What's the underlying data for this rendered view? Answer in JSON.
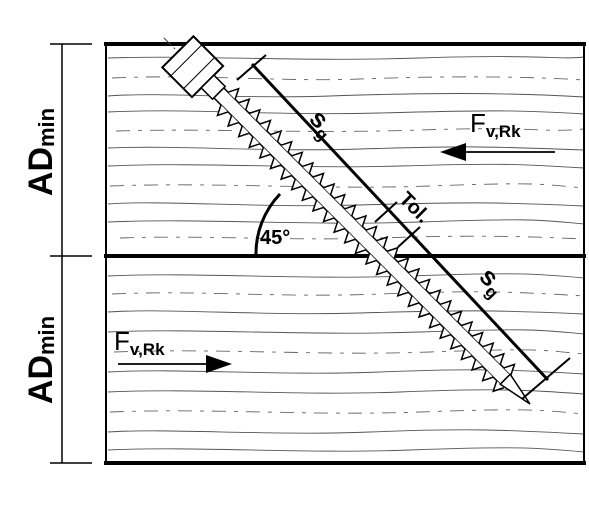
{
  "dimensions": {
    "upper_member": {
      "symbol": "AD",
      "subscript": "min"
    },
    "lower_member": {
      "symbol": "AD",
      "subscript": "min"
    }
  },
  "forces": {
    "upper": {
      "symbol": "F",
      "subscript": "v,Rk",
      "direction": "left"
    },
    "lower": {
      "symbol": "F",
      "subscript": "v,Rk",
      "direction": "right"
    }
  },
  "screw_lengths": {
    "upper": {
      "symbol": "s",
      "subscript": "g"
    },
    "lower": {
      "symbol": "s",
      "subscript": "g"
    }
  },
  "tolerance_label": "Tol.",
  "angle_label": "45°"
}
